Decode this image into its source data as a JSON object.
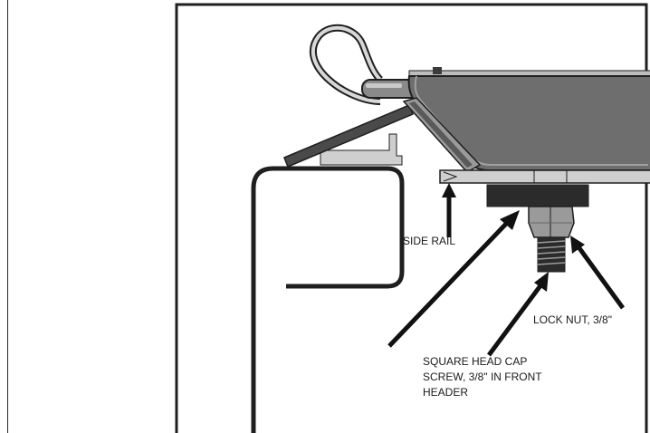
{
  "labels": {
    "side_rail": "SIDE RAIL",
    "lock_nut": "LOCK NUT, 3/8\"",
    "cap_screw_line1": "SQUARE HEAD CAP",
    "cap_screw_line2": "SCREW, 3/8\" IN FRONT",
    "cap_screw_line3": "HEADER"
  },
  "colors": {
    "outline": "#1f1f1f",
    "handle_body": "#6e6e6e",
    "handle_light": "#bdbdbd",
    "rail_light": "#cfcfcf",
    "block_dark": "#2b2b2b",
    "nut": "#9a9a9a"
  }
}
